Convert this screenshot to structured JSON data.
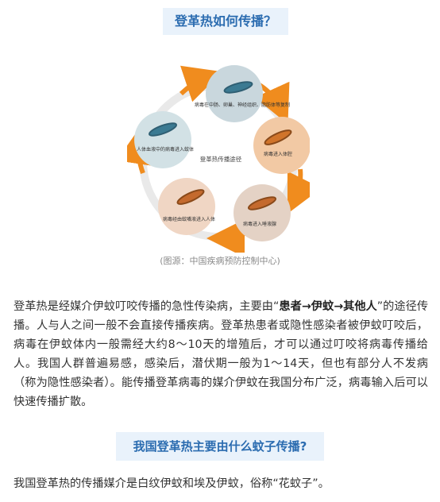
{
  "heading1": "登革热如何传播？",
  "figure": {
    "center_label": "登革热传播途径",
    "stages": [
      "病毒在中肠、卵巢、神经组织、脂肪体等复制",
      "病毒进入体腔",
      "病毒进入唾液腺",
      "病毒经由蚊嘴液进入人体",
      "人体血液中的病毒进入蚊体"
    ],
    "caption": "(图源：中国疾病预防控制中心)"
  },
  "paragraph1": {
    "part1": "登革热是经媒介伊蚊叮咬传播的急性传染病，主要由“",
    "bold": "患者→伊蚊→其他人",
    "part2": "”的途径传播。人与人之间一般不会直接传播疾病。登革热患者或隐性感染者被伊蚊叮咬后，病毒在伊蚊体内一般需经大约8～10天的增殖后，才可以通过叮咬将病毒传播给人。我国人群普遍易感，感染后，潜伏期一般为1～14天，但也有部分人不发病（称为隐性感染者）。能传播登革病毒的媒介伊蚊在我国分布广泛，病毒输入后可以快速传播扩散。"
  },
  "heading2": "我国登革热主要由什么蚊子传播?",
  "paragraph2": "我国登革热的传播媒介是白纹伊蚊和埃及伊蚊，俗称“花蚊子”。",
  "colors": {
    "heading_bg": "#e9f2fb",
    "heading_text": "#2b6cb0",
    "arrow": "#f08c1e",
    "ring": "#e6e6e6"
  }
}
